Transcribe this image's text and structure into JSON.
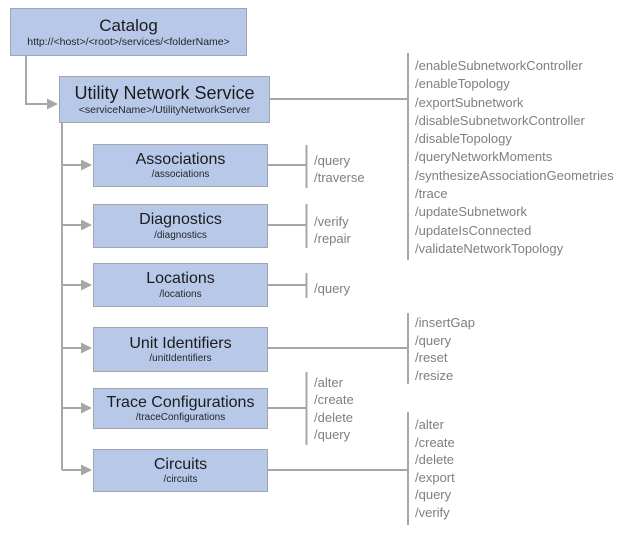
{
  "catalog": {
    "title": "Catalog",
    "subtitle": "http://<host>/<root>/services/<folderName>"
  },
  "service": {
    "title": "Utility Network Service",
    "subtitle": "<serviceName>/UtilityNetworkServer",
    "operations": [
      "/enableSubnetworkController",
      "/enableTopology",
      "/exportSubnetwork",
      "/disableSubnetworkController",
      "/disableTopology",
      "/queryNetworkMoments",
      "/synthesizeAssociationGeometries",
      "/trace",
      "/updateSubnetwork",
      "/updateIsConnected",
      "/validateNetworkTopology"
    ]
  },
  "resources": [
    {
      "title": "Associations",
      "subtitle": "/associations",
      "operations": [
        "/query",
        "/traverse"
      ]
    },
    {
      "title": "Diagnostics",
      "subtitle": "/diagnostics",
      "operations": [
        "/verify",
        "/repair"
      ]
    },
    {
      "title": "Locations",
      "subtitle": "/locations",
      "operations": [
        "/query"
      ]
    },
    {
      "title": "Unit Identifiers",
      "subtitle": "/unitIdentifiers",
      "operations": [
        "/insertGap",
        "/query",
        "/reset",
        "/resize"
      ]
    },
    {
      "title": "Trace Configurations",
      "subtitle": "/traceConfigurations",
      "operations": [
        "/alter",
        "/create",
        "/delete",
        "/query"
      ]
    },
    {
      "title": "Circuits",
      "subtitle": "/circuits",
      "operations": [
        "/alter",
        "/create",
        "/delete",
        "/export",
        "/query",
        "/verify"
      ]
    }
  ],
  "colors": {
    "box_fill": "#b7c8e8",
    "box_border": "#a2a5ab",
    "connector": "#a7a7a7",
    "operation_text": "#7f7f7f",
    "title_text": "#1c1c1c",
    "background": "#ffffff"
  }
}
